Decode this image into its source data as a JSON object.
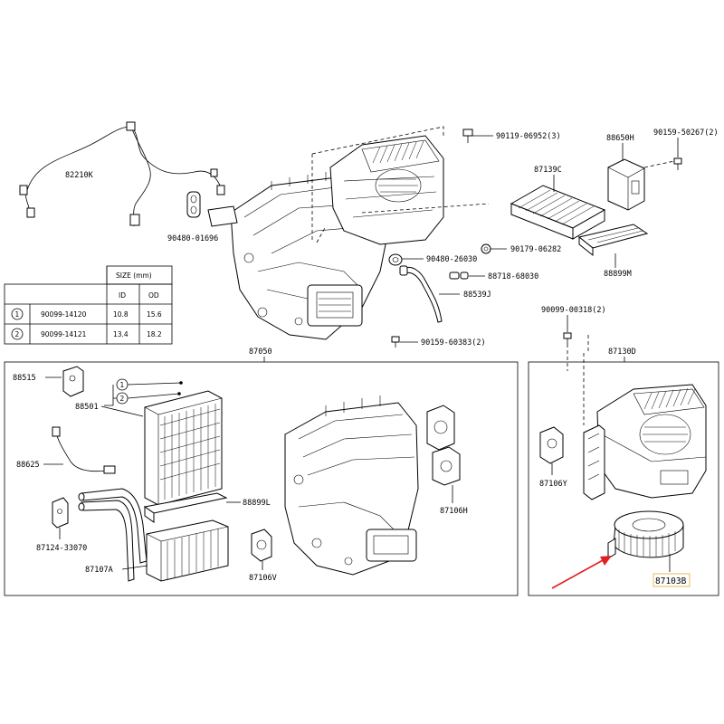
{
  "labels": {
    "harness": "82210K",
    "bolt_top": "90119-06952(3)",
    "pcb": "88650H",
    "screw_tr": "90159-50267(2)",
    "filter": "87139C",
    "clip_left": "90480-01696",
    "nut": "90179-06282",
    "grommet": "90480-26030",
    "clamp": "88718-68030",
    "hose": "88539J",
    "filter_cover": "88899M",
    "screw_bot": "90159-60383(2)",
    "screw_right": "90099-00318(2)",
    "case_sub": "87050",
    "blower_sub": "87130D",
    "p88515": "88515",
    "p88501": "88501",
    "p88625": "88625",
    "p87124": "87124-33070",
    "p87107": "87107A",
    "p88899": "88899L",
    "p87106v": "87106V",
    "p87106h": "87106H",
    "p87106y": "87106Y",
    "p87103": "87103B"
  },
  "size_table": {
    "header": "SIZE (mm)",
    "col_id": "ID",
    "col_od": "OD",
    "rows": [
      {
        "no": "1",
        "part": "90099-14120",
        "id": "10.8",
        "od": "15.6"
      },
      {
        "no": "2",
        "part": "90099-14121",
        "id": "13.4",
        "od": "18.2"
      }
    ]
  },
  "callouts": {
    "one": "1",
    "two": "2"
  },
  "colors": {
    "line": "#000000",
    "highlight_arrow": "#e02020",
    "highlight_box": "#e8c870"
  }
}
